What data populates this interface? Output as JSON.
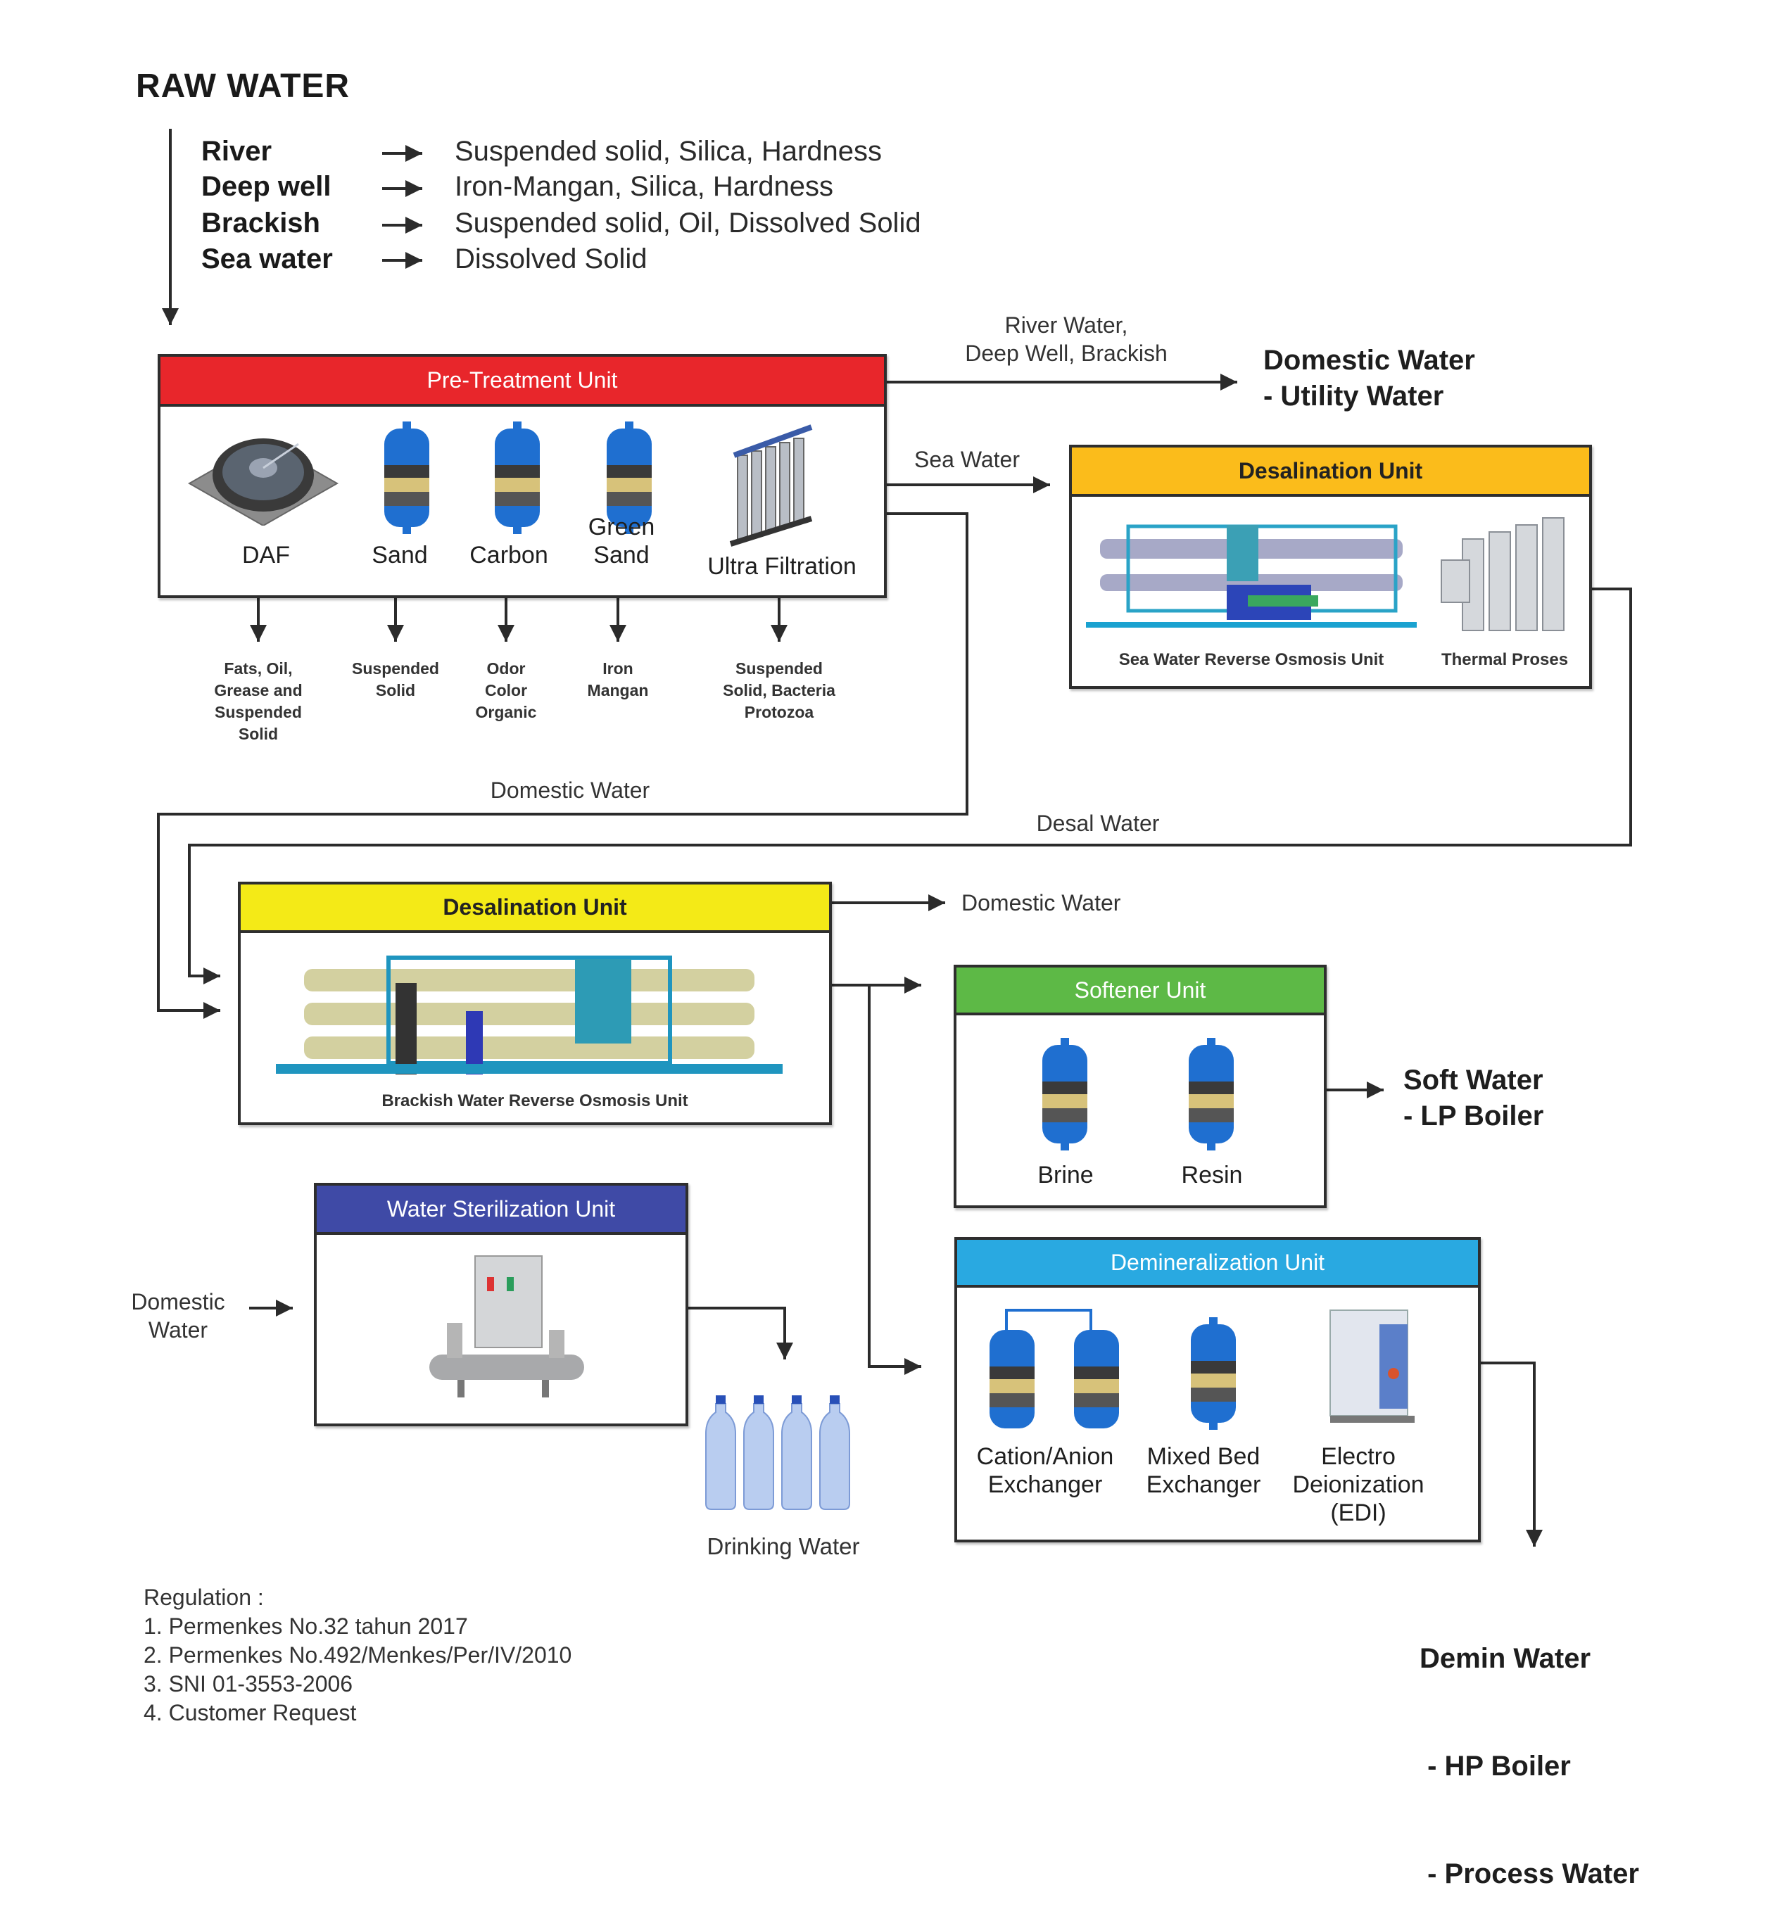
{
  "title": "RAW WATER",
  "sources": [
    {
      "label": "River",
      "contaminants": "Suspended solid, Silica, Hardness"
    },
    {
      "label": "Deep well",
      "contaminants": "Iron-Mangan, Silica, Hardness"
    },
    {
      "label": "Brackish",
      "contaminants": "Suspended solid, Oil, Dissolved Solid"
    },
    {
      "label": "Sea water",
      "contaminants": "Dissolved Solid"
    }
  ],
  "pretreatment": {
    "header": "Pre-Treatment Unit",
    "header_color": "#e8262b",
    "items": [
      {
        "name": "DAF",
        "removes": [
          "Fats, Oil,",
          "Grease and",
          "Suspended",
          "Solid"
        ]
      },
      {
        "name": "Sand",
        "removes": [
          "Suspended",
          "Solid"
        ]
      },
      {
        "name": "Carbon",
        "removes": [
          "Odor",
          "Color",
          "Organic"
        ]
      },
      {
        "name": "Green Sand",
        "removes": [
          "Iron",
          "Mangan"
        ]
      },
      {
        "name": "Ultra Filtration",
        "removes": [
          "Suspended",
          "Solid, Bacteria",
          "Protozoa"
        ]
      }
    ]
  },
  "flows": {
    "river_deep_brackish_line1": "River Water,",
    "river_deep_brackish_line2": "Deep Well, Brackish",
    "sea_water": "Sea Water",
    "domestic_water_mid": "Domestic Water",
    "desal_water": "Desal Water",
    "domestic_water_right": "Domestic Water",
    "domestic_water_in_line1": "Domestic",
    "domestic_water_in_line2": "Water"
  },
  "outputs": {
    "domestic_utility": [
      "Domestic Water",
      "- Utility Water"
    ],
    "soft_water": [
      "Soft Water",
      "- LP Boiler"
    ],
    "demin_water": [
      "Demin Water",
      " - HP Boiler",
      " - Process Water"
    ],
    "drinking_water": "Drinking Water"
  },
  "desal_sea": {
    "header": "Desalination Unit",
    "header_color": "#fbbc1b",
    "items": [
      "Sea Water Reverse Osmosis Unit",
      "Thermal Proses"
    ]
  },
  "desal_brackish": {
    "header": "Desalination Unit",
    "header_color": "#f4ea17",
    "items": [
      "Brackish Water Reverse Osmosis Unit"
    ]
  },
  "softener": {
    "header": "Softener Unit",
    "header_color": "#5db946",
    "items": [
      "Brine",
      "Resin"
    ]
  },
  "demineralization": {
    "header": "Demineralization Unit",
    "header_color": "#29a9e1",
    "items": [
      [
        "Cation/Anion",
        "Exchanger"
      ],
      [
        "Mixed Bed",
        "Exchanger"
      ],
      [
        "Electro",
        "Deionization",
        "(EDI)"
      ]
    ]
  },
  "sterilization": {
    "header": "Water Sterilization Unit",
    "header_color": "#3f4aa6"
  },
  "regulation": {
    "heading": "Regulation :",
    "items": [
      "1. Permenkes No.32 tahun 2017",
      "2. Permenkes No.492/Menkes/Per/IV/2010",
      "3. SNI 01-3553-2006",
      "4. Customer Request"
    ]
  }
}
